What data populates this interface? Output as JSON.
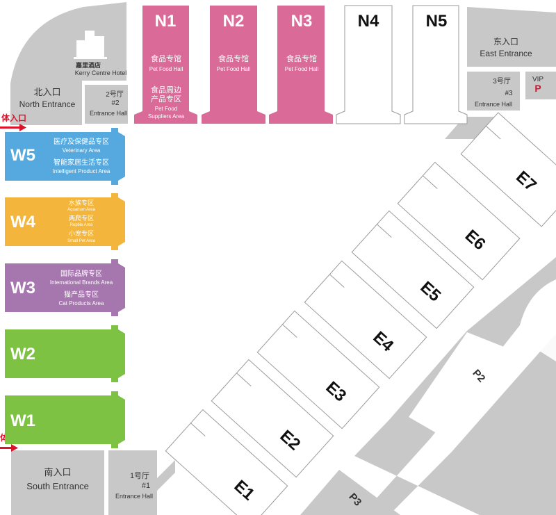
{
  "colors": {
    "gray": "#c9c8c8",
    "dark_gray": "#aeadad",
    "pink": "#da6a98",
    "blue": "#56a9de",
    "orange": "#f3b53b",
    "purple": "#a676ae",
    "green": "#7dc242",
    "red": "#d9142a",
    "outline": "#9a9a9a",
    "text_dark": "#333333",
    "white": "#ffffff"
  },
  "hotel": {
    "icon": "hotel-building-icon",
    "name_cn": "嘉里酒店",
    "name_en": "Kerry Centre Hotel"
  },
  "north_hall": {
    "n1": {
      "label": "N1",
      "cn": "食品专馆",
      "en": "Pet Food Hall",
      "cn2a": "食品周边",
      "cn2b": "产品专区",
      "en2a": "Pet Food",
      "en2b": "Suppliers Area"
    },
    "n2": {
      "label": "N2",
      "cn": "食品专馆",
      "en": "Pet Food Hall"
    },
    "n3": {
      "label": "N3",
      "cn": "食品专馆",
      "en": "Pet Food Hall"
    },
    "n4": {
      "label": "N4"
    },
    "n5": {
      "label": "N5"
    }
  },
  "entrances": {
    "north": {
      "cn": "北入口",
      "en": "North Entrance"
    },
    "east": {
      "cn": "东入口",
      "en": "East Entrance"
    },
    "south": {
      "cn": "南入口",
      "en": "South Entrance"
    },
    "hall2": {
      "cn": "2号厅",
      "num": "#2",
      "en": "Entrance Hall"
    },
    "hall3": {
      "cn": "3号厅",
      "num": "#3",
      "en": "Entrance Hall"
    },
    "hall1": {
      "cn": "1号厅",
      "num": "#1",
      "en": "Entrance Hall"
    },
    "vip": {
      "label": "VIP",
      "parking": "P"
    },
    "side_top": "体入口",
    "side_bottom": "体入口"
  },
  "west_halls": {
    "w5": {
      "label": "W5",
      "cn1": "医疗及保健品专区",
      "en1": "Veterinary Area",
      "cn2": "智能家居生活专区",
      "en2": "Intelligent Product Area"
    },
    "w4": {
      "label": "W4",
      "cn1": "水族专区",
      "en1": "Aquarium Area",
      "cn2": "两爬专区",
      "en2": "Reptile Area",
      "cn3": "小宠专区",
      "en3": "Small Pet Area"
    },
    "w3": {
      "label": "W3",
      "cn1": "国际品牌专区",
      "en1": "International Brands Area",
      "cn2": "猫产品专区",
      "en2": "Cat Products Area"
    },
    "w2": {
      "label": "W2"
    },
    "w1": {
      "label": "W1"
    }
  },
  "east_halls": {
    "e1": "E1",
    "e2": "E2",
    "e3": "E3",
    "e4": "E4",
    "e5": "E5",
    "e6": "E6",
    "e7": "E7"
  },
  "parking": {
    "p2": "P2",
    "p3": "P3"
  }
}
